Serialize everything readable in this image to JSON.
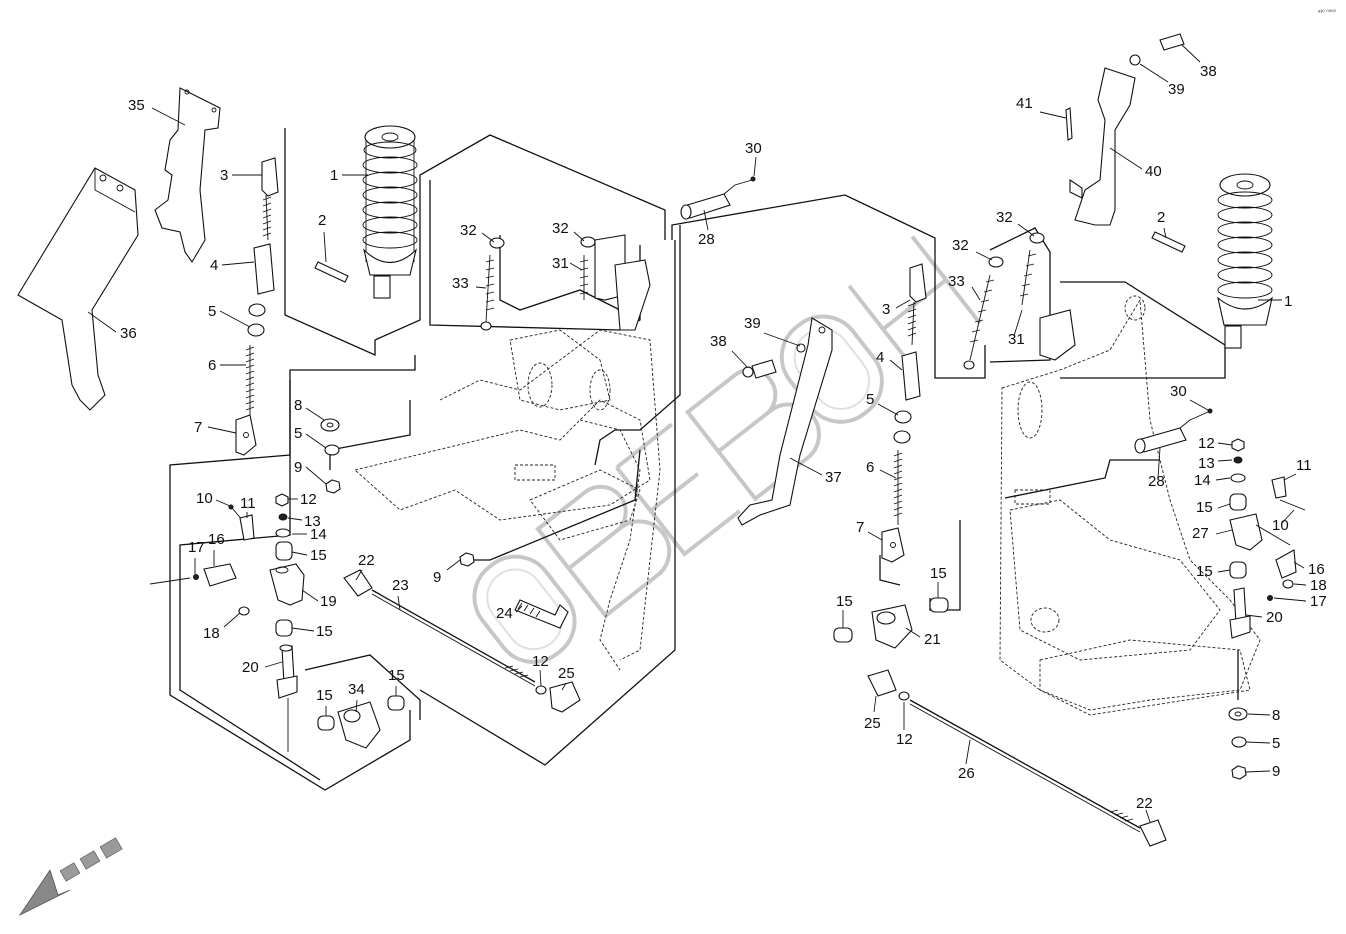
{
  "diagram": {
    "title": "",
    "corner_mark": "ᵃ³⁰ ⁰⁰⁰⁰",
    "callouts": [
      {
        "id": "l-35",
        "label": "35"
      },
      {
        "id": "l-3a",
        "label": "3"
      },
      {
        "id": "l-1a",
        "label": "1"
      },
      {
        "id": "l-2a",
        "label": "2"
      },
      {
        "id": "l-4a",
        "label": "4"
      },
      {
        "id": "l-5a",
        "label": "5"
      },
      {
        "id": "l-6a",
        "label": "6"
      },
      {
        "id": "l-7a",
        "label": "7"
      },
      {
        "id": "l-36",
        "label": "36"
      },
      {
        "id": "l-32a",
        "label": "32"
      },
      {
        "id": "l-33a",
        "label": "33"
      },
      {
        "id": "l-32b",
        "label": "32"
      },
      {
        "id": "l-31a",
        "label": "31"
      },
      {
        "id": "l-30a",
        "label": "30"
      },
      {
        "id": "l-28a",
        "label": "28"
      },
      {
        "id": "l-8a",
        "label": "8"
      },
      {
        "id": "l-5b",
        "label": "5"
      },
      {
        "id": "l-9a",
        "label": "9"
      },
      {
        "id": "l-10a",
        "label": "10"
      },
      {
        "id": "l-11a",
        "label": "11"
      },
      {
        "id": "l-12a",
        "label": "12"
      },
      {
        "id": "l-13a",
        "label": "13"
      },
      {
        "id": "l-14a",
        "label": "14"
      },
      {
        "id": "l-15a",
        "label": "15"
      },
      {
        "id": "l-16a",
        "label": "16"
      },
      {
        "id": "l-17a",
        "label": "17"
      },
      {
        "id": "l-19",
        "label": "19"
      },
      {
        "id": "l-18a",
        "label": "18"
      },
      {
        "id": "l-15b",
        "label": "15"
      },
      {
        "id": "l-20a",
        "label": "20"
      },
      {
        "id": "l-22a",
        "label": "22"
      },
      {
        "id": "l-23",
        "label": "23"
      },
      {
        "id": "l-9b",
        "label": "9"
      },
      {
        "id": "l-24",
        "label": "24"
      },
      {
        "id": "l-12b",
        "label": "12"
      },
      {
        "id": "l-25a",
        "label": "25"
      },
      {
        "id": "l-15c",
        "label": "15"
      },
      {
        "id": "l-34",
        "label": "34"
      },
      {
        "id": "l-15d",
        "label": "15"
      },
      {
        "id": "l-38a",
        "label": "38"
      },
      {
        "id": "l-39a",
        "label": "39"
      },
      {
        "id": "l-37",
        "label": "37"
      },
      {
        "id": "l-38b",
        "label": "38"
      },
      {
        "id": "l-39b",
        "label": "39"
      },
      {
        "id": "l-41",
        "label": "41"
      },
      {
        "id": "l-40",
        "label": "40"
      },
      {
        "id": "l-2b",
        "label": "2"
      },
      {
        "id": "l-1b",
        "label": "1"
      },
      {
        "id": "l-32c",
        "label": "32"
      },
      {
        "id": "l-32d",
        "label": "32"
      },
      {
        "id": "l-33b",
        "label": "33"
      },
      {
        "id": "l-31b",
        "label": "31"
      },
      {
        "id": "l-3b",
        "label": "3"
      },
      {
        "id": "l-4b",
        "label": "4"
      },
      {
        "id": "l-5c",
        "label": "5"
      },
      {
        "id": "l-6b",
        "label": "6"
      },
      {
        "id": "l-7b",
        "label": "7"
      },
      {
        "id": "l-15e",
        "label": "15"
      },
      {
        "id": "l-15f",
        "label": "15"
      },
      {
        "id": "l-21",
        "label": "21"
      },
      {
        "id": "l-30b",
        "label": "30"
      },
      {
        "id": "l-28b",
        "label": "28"
      },
      {
        "id": "l-12c",
        "label": "12"
      },
      {
        "id": "l-13b",
        "label": "13"
      },
      {
        "id": "l-14b",
        "label": "14"
      },
      {
        "id": "l-11b",
        "label": "11"
      },
      {
        "id": "l-15g",
        "label": "15"
      },
      {
        "id": "l-10b",
        "label": "10"
      },
      {
        "id": "l-27",
        "label": "27"
      },
      {
        "id": "l-15h",
        "label": "15"
      },
      {
        "id": "l-16b",
        "label": "16"
      },
      {
        "id": "l-18b",
        "label": "18"
      },
      {
        "id": "l-17b",
        "label": "17"
      },
      {
        "id": "l-20b",
        "label": "20"
      },
      {
        "id": "l-8b",
        "label": "8"
      },
      {
        "id": "l-5d",
        "label": "5"
      },
      {
        "id": "l-9c",
        "label": "9"
      },
      {
        "id": "l-25b",
        "label": "25"
      },
      {
        "id": "l-12d",
        "label": "12"
      },
      {
        "id": "l-26",
        "label": "26"
      },
      {
        "id": "l-22b",
        "label": "22"
      }
    ]
  }
}
